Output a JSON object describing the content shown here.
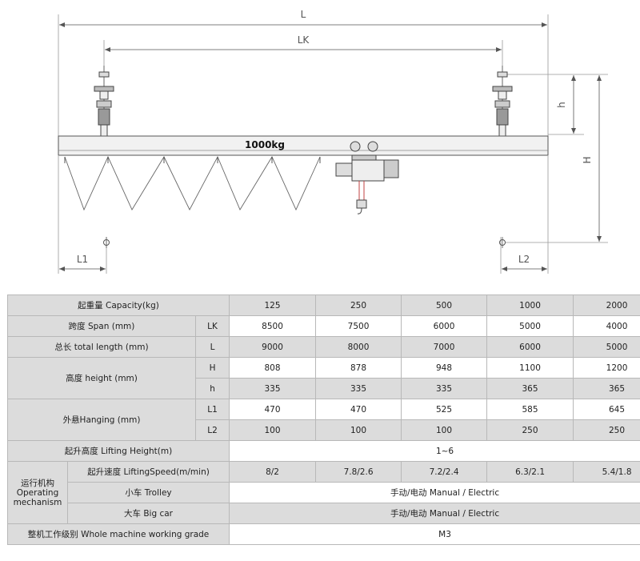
{
  "drawing": {
    "dim_L": "L",
    "dim_LK": "LK",
    "dim_h": "h",
    "dim_H": "H",
    "dim_L1": "L1",
    "dim_L2": "L2",
    "beam_label": "1000kg"
  },
  "table": {
    "capacity": {
      "label": "起重量 Capacity(kg)",
      "values": [
        "125",
        "250",
        "500",
        "1000",
        "2000"
      ]
    },
    "span": {
      "label": "跨度 Span (mm)",
      "sub": "LK",
      "values": [
        "8500",
        "7500",
        "6000",
        "5000",
        "4000"
      ]
    },
    "total_length": {
      "label": "总长 total length (mm)",
      "sub": "L",
      "values": [
        "9000",
        "8000",
        "7000",
        "6000",
        "5000"
      ]
    },
    "height": {
      "label": "高度  height (mm)",
      "H": {
        "sub": "H",
        "values": [
          "808",
          "878",
          "948",
          "1100",
          "1200"
        ]
      },
      "h": {
        "sub": "h",
        "values": [
          "335",
          "335",
          "335",
          "365",
          "365"
        ]
      }
    },
    "hanging": {
      "label": "外悬Hanging (mm)",
      "L1": {
        "sub": "L1",
        "values": [
          "470",
          "470",
          "525",
          "585",
          "645"
        ]
      },
      "L2": {
        "sub": "L2",
        "values": [
          "100",
          "100",
          "100",
          "250",
          "250"
        ]
      }
    },
    "lifting_height": {
      "label": "起升高度  Lifting Height(m)",
      "value": "1~6"
    },
    "operating": {
      "label_cn": "运行机构",
      "label_en1": "Operating",
      "label_en2": "mechanism",
      "speed": {
        "label": "起升速度 LiftingSpeed(m/min)",
        "values": [
          "8/2",
          "7.8/2.6",
          "7.2/2.4",
          "6.3/2.1",
          "5.4/1.8"
        ]
      },
      "trolley": {
        "label": "小车 Trolley",
        "value": "手动/电动 Manual / Electric"
      },
      "bigcar": {
        "label": "大车 Big car",
        "value": "手动/电动 Manual / Electric"
      }
    },
    "grade": {
      "label": "整机工作级别 Whole machine working grade",
      "value": "M3"
    }
  }
}
